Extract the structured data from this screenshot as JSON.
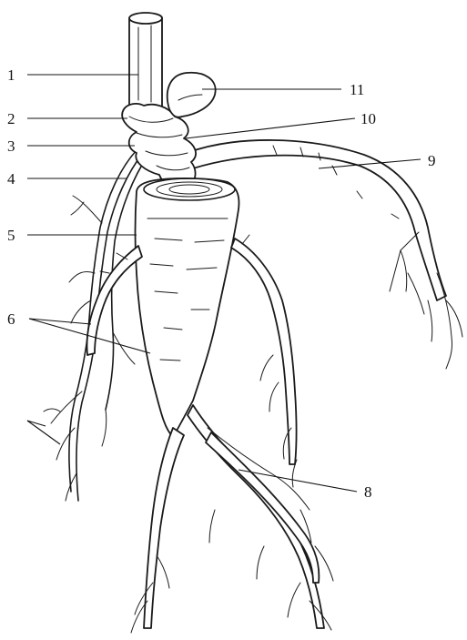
{
  "figure": {
    "labels": {
      "l1": "1",
      "l2": "2",
      "l3": "3",
      "l4": "4",
      "l5": "5",
      "l6": "6",
      "l8": "8",
      "l9": "9",
      "l10": "10",
      "l11": "11"
    },
    "ink_color": "#1a1a1a",
    "background": "#ffffff"
  }
}
